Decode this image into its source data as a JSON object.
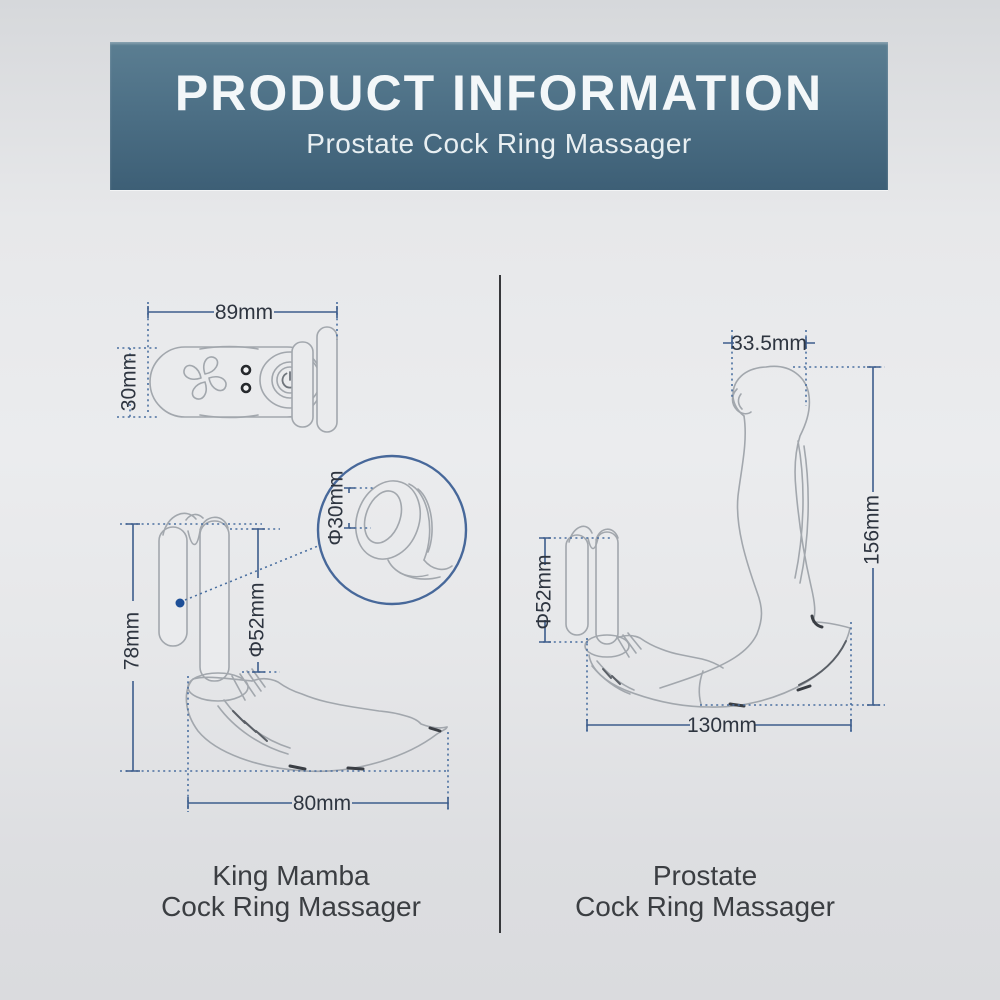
{
  "banner": {
    "title": "PRODUCT INFORMATION",
    "subtitle": "Prostate Cock Ring Massager"
  },
  "left_product": {
    "name_line1": "King Mamba",
    "name_line2": "Cock Ring Massager",
    "dims": {
      "top_view_width": "89mm",
      "top_view_height": "30mm",
      "inner_ring_diameter": "Φ30mm",
      "ring_diameter": "Φ52mm",
      "overall_height": "78mm",
      "base_length": "80mm"
    }
  },
  "right_product": {
    "name_line1": "Prostate",
    "name_line2": "Cock Ring Massager",
    "dims": {
      "head_width": "33.5mm",
      "overall_height": "156mm",
      "ring_diameter": "Φ52mm",
      "base_length": "130mm"
    }
  },
  "colors": {
    "banner_top": "#5b7e92",
    "banner_bottom": "#3d5f76",
    "dimension_line": "#3d5d8c",
    "outline_gray": "#a2a7ad",
    "divider": "#37383b",
    "leader_dot": "#1e4f97"
  }
}
